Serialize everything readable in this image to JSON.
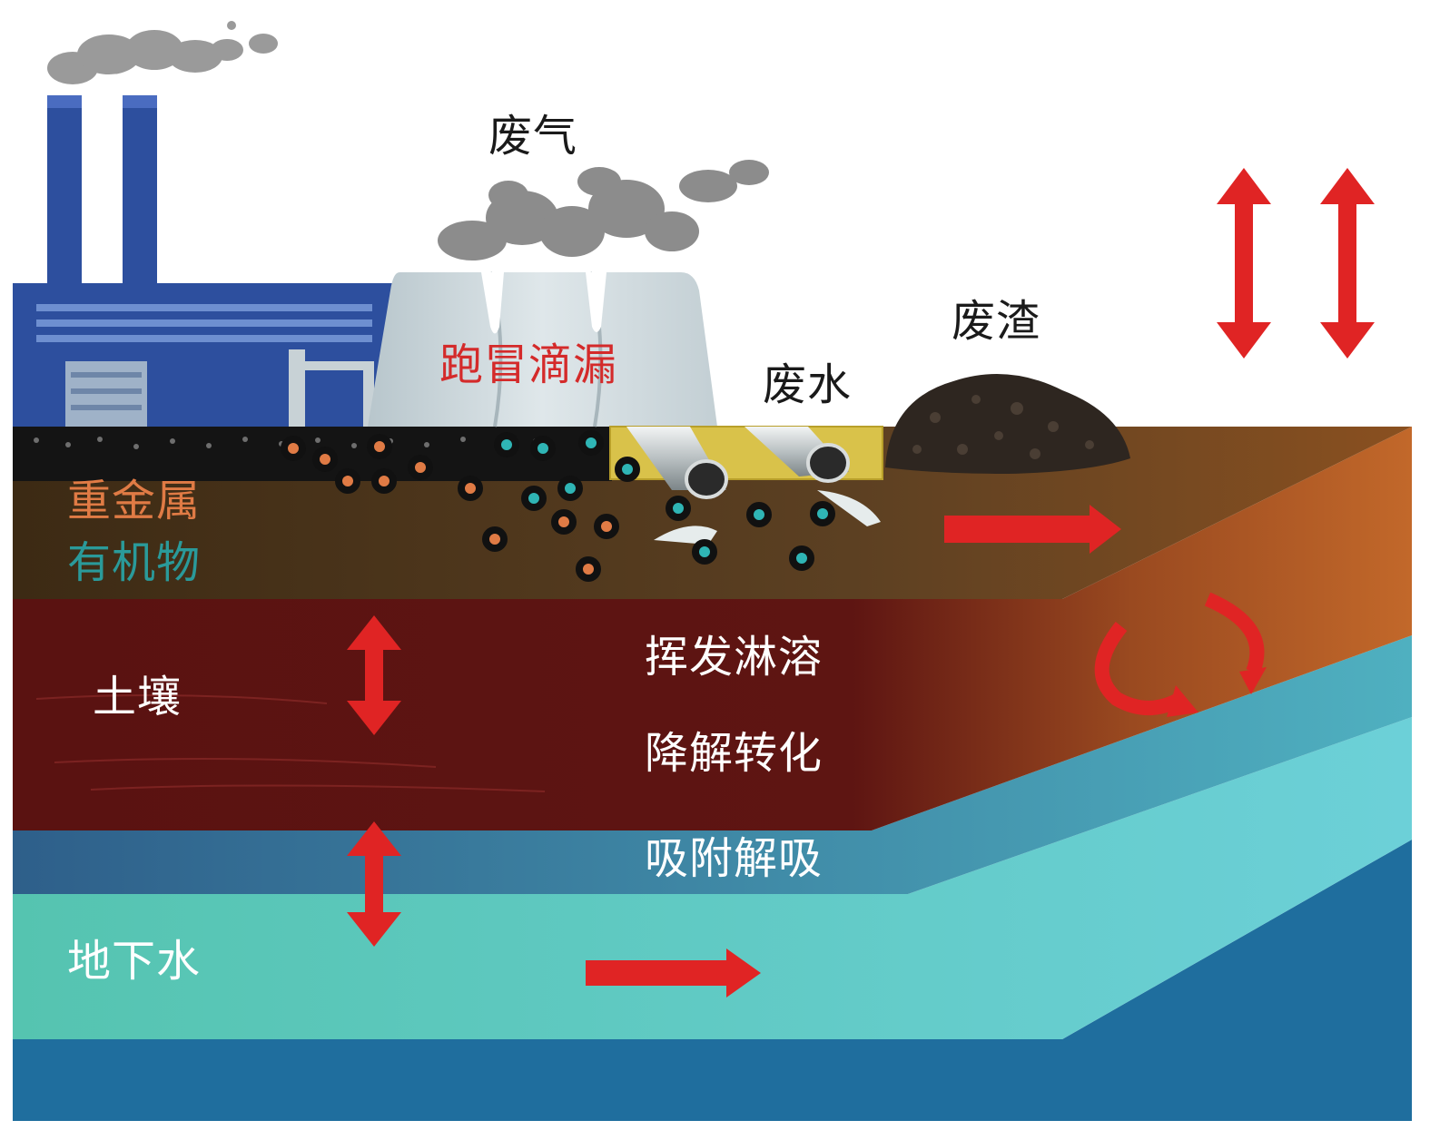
{
  "labels": {
    "waste_gas": "废气",
    "leakage": "跑冒滴漏",
    "waste_water": "废水",
    "waste_residue": "废渣",
    "heavy_metals": "重金属",
    "organics": "有机物",
    "soil": "土壤",
    "groundwater": "地下水",
    "process_volatilization": "挥发淋溶",
    "process_degradation": "降解转化",
    "process_adsorption": "吸附解吸"
  },
  "colors": {
    "heavy_metal_dot": "#e07b45",
    "organic_dot": "#2fb5b5",
    "leakage_text": "#d42a2a",
    "heavy_metal_text": "#e07b45",
    "organic_text": "#2a9a9a",
    "arrow": "#e02424",
    "topsoil": "#5a3a1e",
    "soil_layer": "#5e1512",
    "aquifer": "#4fc0b8",
    "deep_water": "#1f6e9e",
    "factory": "#2d4f9e"
  },
  "icons": [
    "chimney-icon",
    "cooling-tower-icon",
    "pipe-icon",
    "waste-pile-icon",
    "arrow-icon",
    "cycle-arrow-icon"
  ]
}
